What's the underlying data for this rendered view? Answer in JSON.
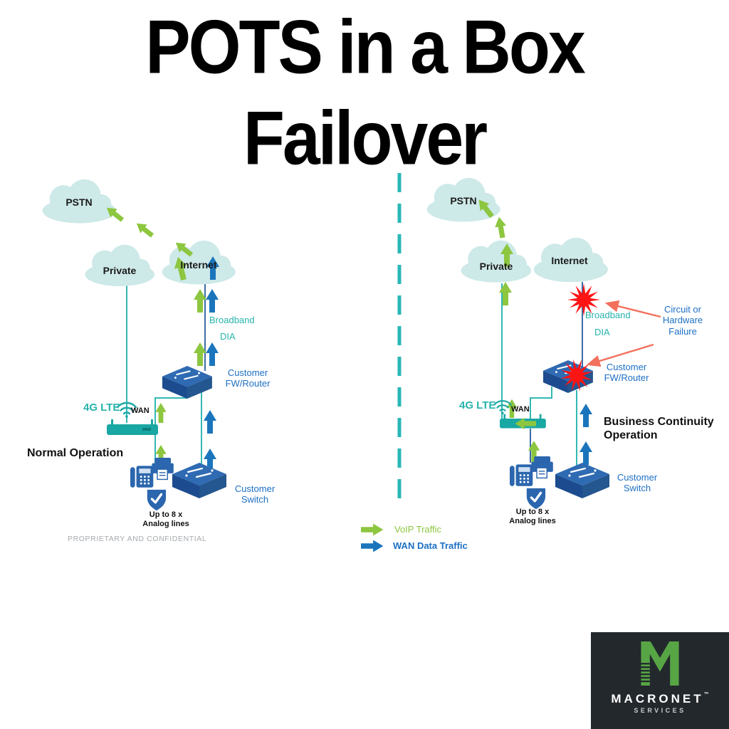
{
  "title": {
    "line1": "POTS in a Box",
    "line2": "Failover"
  },
  "left": {
    "heading": "Normal Operation",
    "pstn": "PSTN",
    "private": "Private",
    "internet": "Internet",
    "broadband": "Broadband",
    "dia": "DIA",
    "fw_router": "Customer FW/Router",
    "lte": "4G LTE",
    "wan": "WAN",
    "analog_lines": "Up to 8 x Analog lines",
    "switch": "Customer Switch",
    "footnote": "PROPRIETARY AND CONFIDENTIAL"
  },
  "right": {
    "heading": "Business Continuity Operation",
    "pstn": "PSTN",
    "private": "Private",
    "internet": "Internet",
    "broadband": "Broadband",
    "dia": "DIA",
    "fw_router": "Customer FW/Router",
    "failure": "Circuit or Hardware Failure",
    "lte": "4G LTE",
    "wan": "WAN",
    "analog_lines": "Up to 8 x Analog lines",
    "switch": "Customer Switch"
  },
  "legend": {
    "voip": "VoIP Traffic",
    "wan_data": "WAN Data Traffic"
  },
  "logo": {
    "monogram": "M",
    "brand": "MACRONET",
    "trademark": "™",
    "subtitle": "SERVICES"
  },
  "colors": {
    "voip_green": "#8DC63F",
    "wan_blue": "#1B75BC",
    "teal": "#2AB7B7",
    "label_blue": "#1C6FC4",
    "label_teal": "#27B3AC",
    "cloud_fill": "#CDE9E8",
    "device_navy": "#1C4C8F",
    "pots_box_teal": "#19A7A3",
    "failure_red": "#FF1414",
    "pointer_salmon": "#F2705C",
    "footnote_gray": "#A6AAAE",
    "logo_bg": "#23282D",
    "logo_green": "#57A545"
  },
  "icons": {
    "cloud": "cloud-icon",
    "wifi": "wifi-icon",
    "router": "network-router-icon",
    "switch": "network-switch-icon",
    "pots_box": "pots-in-a-box-device-icon",
    "phone_fax": "phone-fax-icon",
    "shield": "shield-check-icon",
    "burst": "failure-burst-icon",
    "arrow": "traffic-arrow-icon"
  }
}
